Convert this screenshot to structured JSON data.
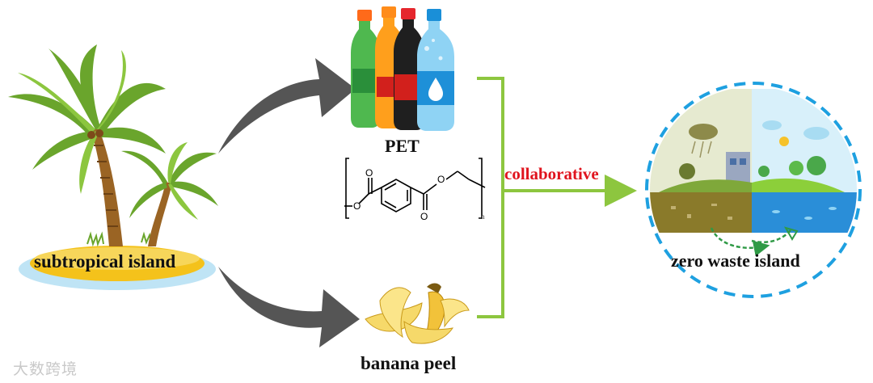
{
  "diagram": {
    "source_label": "subtropical island",
    "pet_label": "PET",
    "polymer_subscript": "n",
    "banana_label": "banana peel",
    "process_label": "collaborative",
    "result_label": "zero waste island"
  },
  "watermark": "大数跨境",
  "colors": {
    "arrow_gray": "#555555",
    "bracket_green": "#8dc63f",
    "collaborative_red": "#e0141e",
    "dashed_circle_blue": "#1ea0e0",
    "cycle_green": "#2f9a46"
  },
  "icons": [
    "palm-tree-island",
    "pet-bottles",
    "pet-structure",
    "banana-peel",
    "eco-island"
  ]
}
